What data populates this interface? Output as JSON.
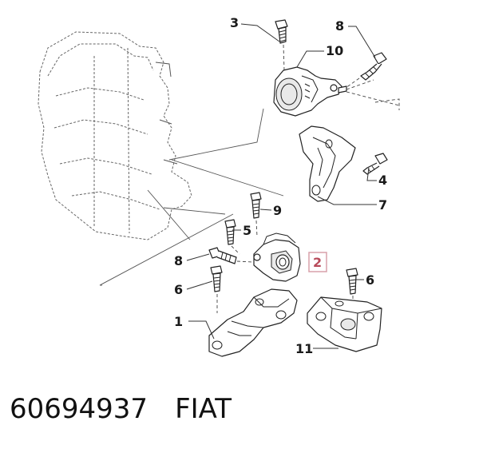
{
  "callouts": {
    "c3": "3",
    "c8_top": "8",
    "c10": "10",
    "c4": "4",
    "c7": "7",
    "c9": "9",
    "c5": "5",
    "c2": "2",
    "c8_left": "8",
    "c6_left": "6",
    "c6_right": "6",
    "c1": "1",
    "c11": "11"
  },
  "caption": {
    "part_number": "60694937",
    "brand": "FIAT"
  },
  "colors": {
    "highlight_box": "#d8a0aa",
    "highlight_text": "#b84a5a",
    "ink": "#222222"
  }
}
